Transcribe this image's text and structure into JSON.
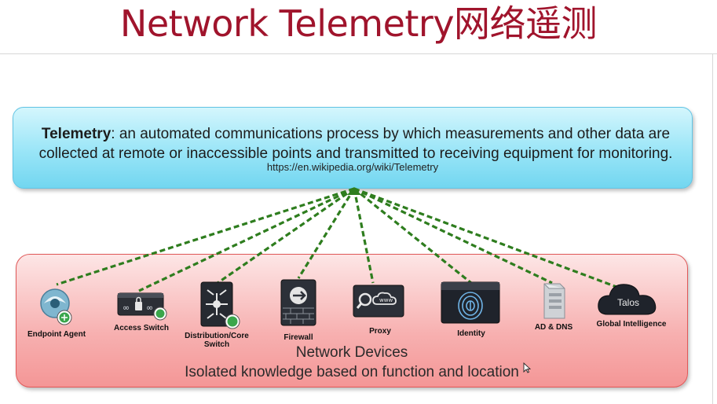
{
  "title": "Network Telemetry网络遥测",
  "definition": {
    "term": "Telemetry",
    "text": ": an automated communications process by which measurements and other data are collected at remote or inaccessible points and transmitted to receiving equipment for monitoring.",
    "source_url": "https://en.wikipedia.org/wiki/Telemetry"
  },
  "devices_group": {
    "title": "Network Devices",
    "subtitle": "Isolated knowledge based on function and location"
  },
  "devices": [
    {
      "label": "Endpoint Agent",
      "icon": "endpoint-agent-icon"
    },
    {
      "label": "Access Switch",
      "icon": "access-switch-icon"
    },
    {
      "label": "Distribution/Core Switch",
      "icon": "core-switch-icon"
    },
    {
      "label": "Firewall",
      "icon": "firewall-icon"
    },
    {
      "label": "Proxy",
      "icon": "proxy-icon"
    },
    {
      "label": "Identity",
      "icon": "identity-fingerprint-icon"
    },
    {
      "label": "AD & DNS",
      "icon": "server-icon"
    },
    {
      "label": "Global Intelligence",
      "icon": "talos-cloud-icon",
      "badge": "Talos"
    }
  ],
  "colors": {
    "title": "#a0142c",
    "link_line": "#2e7d1e",
    "definition_box": "#99e5f7",
    "devices_box": "#f7b0b0"
  }
}
